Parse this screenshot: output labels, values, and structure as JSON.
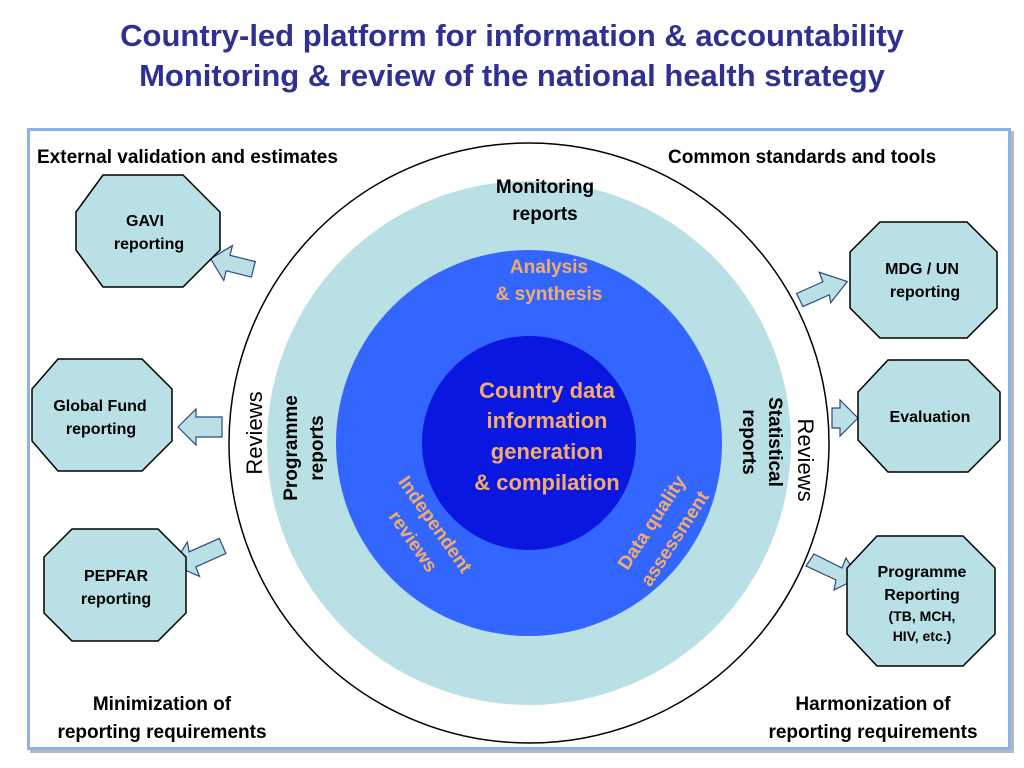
{
  "title": {
    "line1": "Country-led platform for information & accountability",
    "line2": "Monitoring & review of the national health strategy"
  },
  "corners": {
    "top_left": "External validation and estimates",
    "top_right": "Common standards and tools",
    "bottom_left": [
      "Minimization of",
      "reporting requirements"
    ],
    "bottom_right": [
      "Harmonization of",
      "reporting requirements"
    ]
  },
  "rings": {
    "outer_reviews_left": "Reviews",
    "outer_reviews_right": "Reviews",
    "monitoring": [
      "Monitoring",
      "reports"
    ],
    "programme": [
      "Programme",
      "reports"
    ],
    "statistical": [
      "Statistical",
      "reports"
    ],
    "analysis": [
      "Analysis",
      "& synthesis"
    ],
    "independent": [
      "Independent",
      "reviews"
    ],
    "data_quality": [
      "Data quality",
      "assessment"
    ],
    "core": [
      "Country data",
      "information",
      "generation",
      "& compilation"
    ]
  },
  "boxes": {
    "gavi": [
      "GAVI",
      "reporting"
    ],
    "global_fund": [
      "Global Fund",
      "reporting"
    ],
    "pepfar": [
      "PEPFAR",
      "reporting"
    ],
    "mdg_un": [
      "MDG / UN",
      "reporting"
    ],
    "evaluation": [
      "Evaluation"
    ],
    "programme_reporting": [
      "Programme",
      "Reporting",
      "(TB, MCH,",
      "HIV, etc.)"
    ]
  },
  "colors": {
    "title": "#2e3192",
    "outer_ring": "#b9e0e4",
    "middle_ring": "#3366ff",
    "core": "#0a17e0",
    "orange_text": "#f5ac6a",
    "box_fill": "#b9e0e4"
  }
}
